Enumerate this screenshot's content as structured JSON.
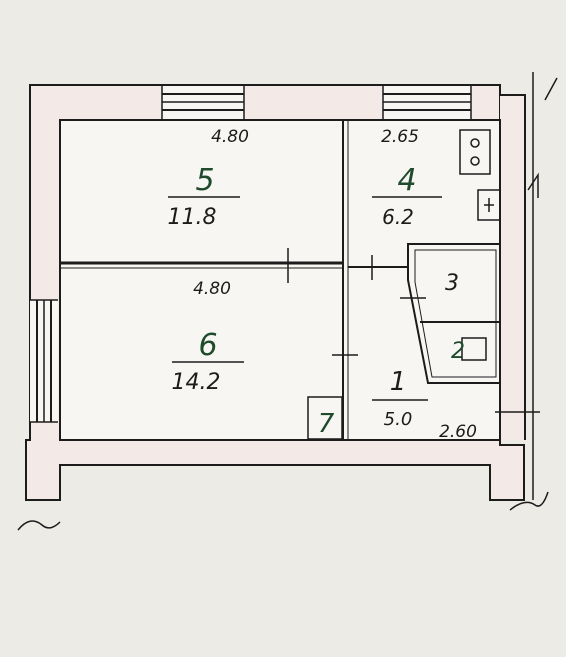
{
  "plan": {
    "rooms": [
      {
        "id": "5",
        "number": "5",
        "area": "11.8",
        "width_label": "4.80"
      },
      {
        "id": "4",
        "number": "4",
        "area": "6.2",
        "width_label": "2.65"
      },
      {
        "id": "3",
        "number": "3"
      },
      {
        "id": "2",
        "number": "2"
      },
      {
        "id": "6",
        "number": "6",
        "area": "14.2",
        "width_label": "4.80"
      },
      {
        "id": "1",
        "number": "1",
        "area": "5.0",
        "width_label": "2.60"
      },
      {
        "id": "7",
        "number": "7"
      }
    ]
  }
}
